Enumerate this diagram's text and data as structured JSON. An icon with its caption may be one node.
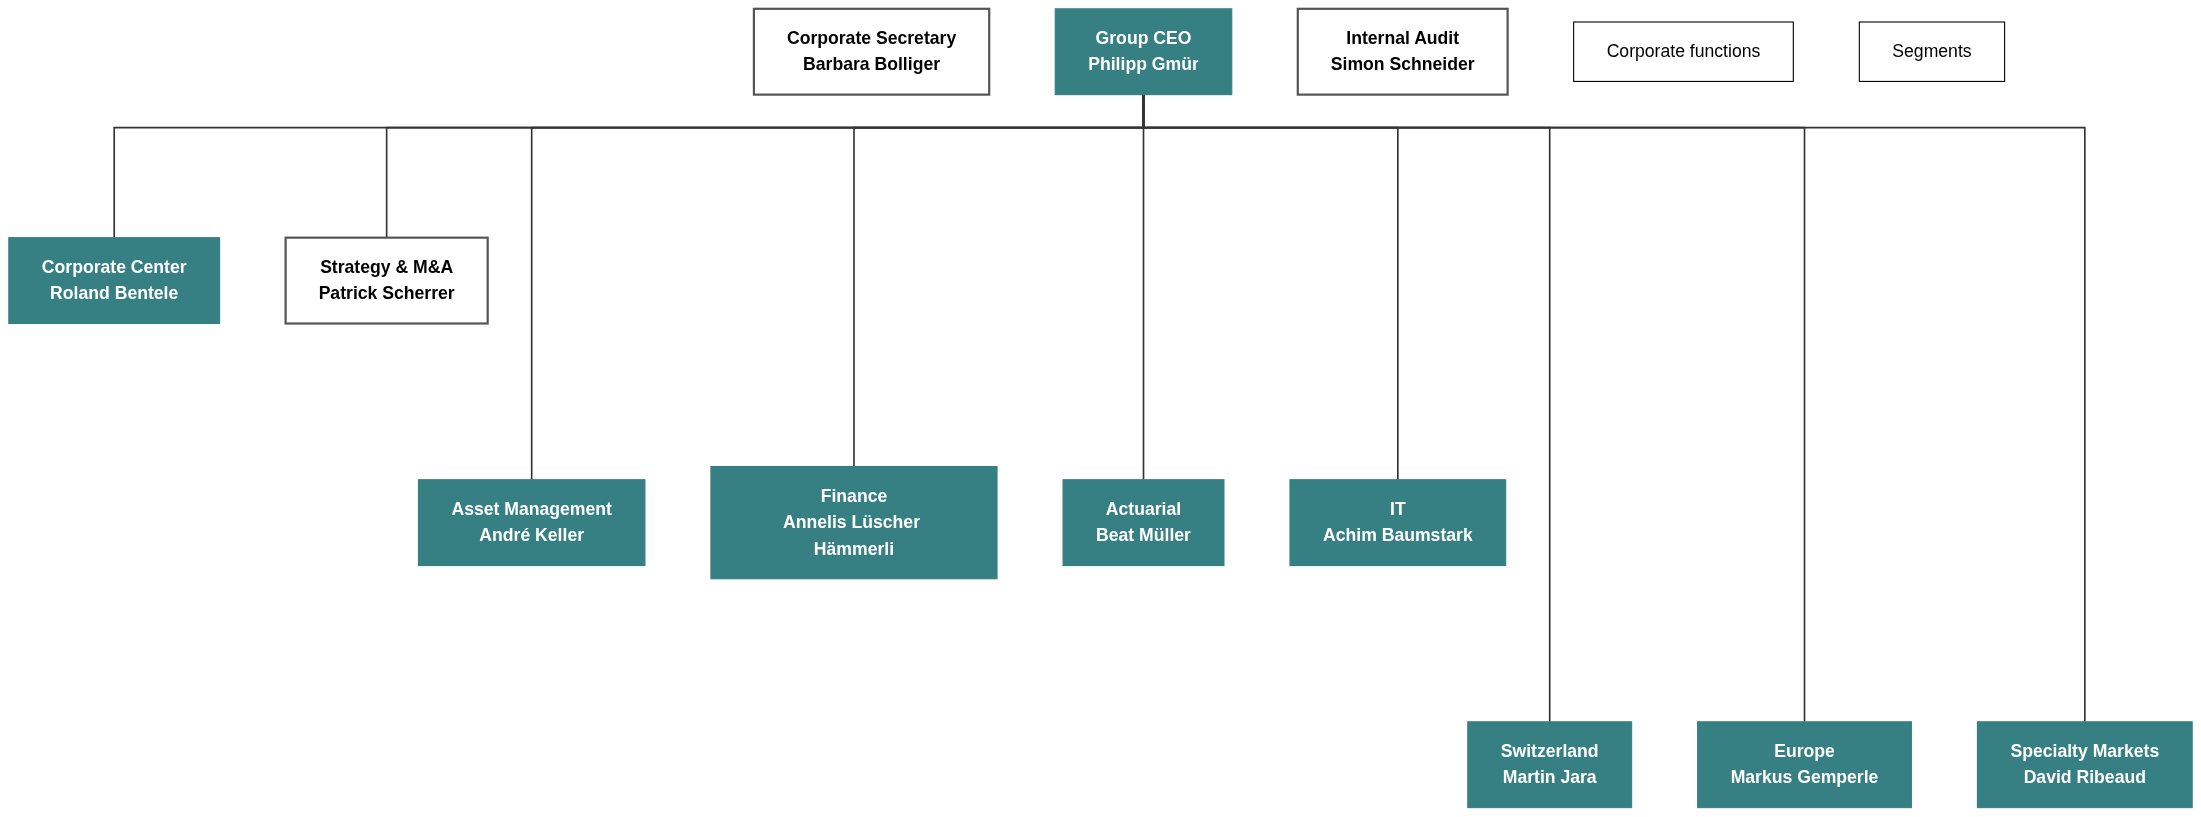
{
  "diagram": {
    "nodes": [
      {
        "text": [
          "Corporate Secretary",
          "Barbara Bolliger"
        ]
      },
      {
        "text": [
          "Group CEO",
          "Philipp Gmür"
        ]
      },
      {
        "text": [
          "Internal Audit",
          "Simon Schneider"
        ]
      },
      {
        "text": [
          "Corporate functions"
        ]
      },
      {
        "text": [
          "Corporate Center",
          "Roland Bentele"
        ]
      },
      {
        "text": [
          "Strategy & M&A",
          "Patrick Scherrer"
        ]
      },
      {
        "text": [
          "Asset Management",
          "André Keller"
        ]
      },
      {
        "text": [
          "Finance",
          "Annelis Lüscher Hämmerli"
        ]
      },
      {
        "text": [
          "Actuarial",
          "Beat Müller"
        ]
      },
      {
        "text": [
          "IT",
          "Achim Baumstark"
        ]
      },
      {
        "text": [
          "Segments"
        ]
      },
      {
        "text": [
          "Switzerland",
          "Martin Jara"
        ]
      },
      {
        "text": [
          "Europe",
          "Markus Gemperle"
        ]
      },
      {
        "text": [
          "Specialty Markets",
          "David Ribeaud"
        ]
      }
    ],
    "edges": [
      {
        "from": 1,
        "to": 4,
        "arrow": "none"
      },
      {
        "from": 1,
        "to": 5,
        "arrow": "none"
      },
      {
        "from": 1,
        "to": 6,
        "arrow": "none"
      },
      {
        "from": 1,
        "to": 7,
        "arrow": "none"
      },
      {
        "from": 1,
        "to": 8,
        "arrow": "none"
      },
      {
        "from": 1,
        "to": 9,
        "arrow": "none"
      },
      {
        "from": 1,
        "to": 11,
        "arrow": "none"
      },
      {
        "from": 1,
        "to": 12,
        "arrow": "none"
      },
      {
        "from": 1,
        "to": 13,
        "arrow": "none"
      }
    ]
  }
}
